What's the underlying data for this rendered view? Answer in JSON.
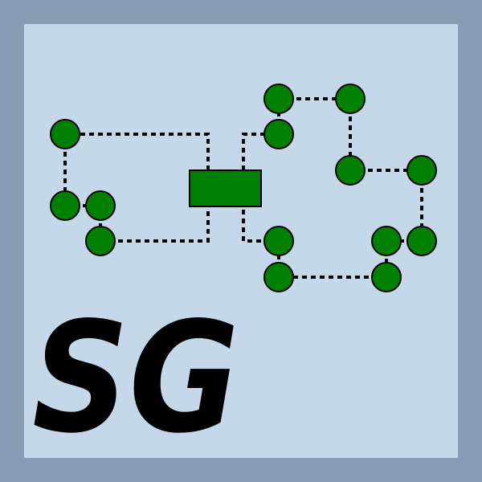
{
  "colors": {
    "border": "#869dB5",
    "panel": "#c5d8ea",
    "node_fill": "#008000",
    "edge": "#000000"
  },
  "logo": {
    "text": "SG"
  },
  "diagram": {
    "hub_shape": "rectangle",
    "node_shape": "circle",
    "edge_style": "dotted"
  }
}
